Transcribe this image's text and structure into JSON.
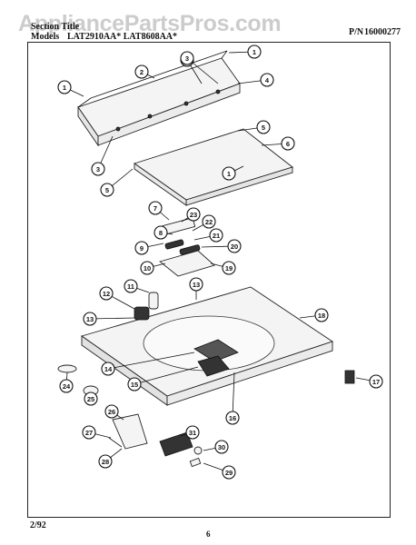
{
  "watermark": "AppliancePartsPros.com",
  "header": {
    "section": "Section Title",
    "model_label": "Models",
    "models": "LAT2910AA*   LAT8608AA*",
    "pn_label": "P/N",
    "pn_value": "16000277"
  },
  "footer": {
    "date": "2/92",
    "page": "6"
  },
  "diagram": {
    "callouts": [
      "1",
      "2",
      "3",
      "4",
      "1",
      "3",
      "1",
      "5",
      "6",
      "5",
      "3",
      "7",
      "23",
      "8",
      "22",
      "9",
      "21",
      "20",
      "10",
      "19",
      "12",
      "11",
      "13",
      "13",
      "18",
      "14",
      "15",
      "16",
      "24",
      "25",
      "17",
      "26",
      "31",
      "27",
      "30",
      "28",
      "29"
    ]
  }
}
